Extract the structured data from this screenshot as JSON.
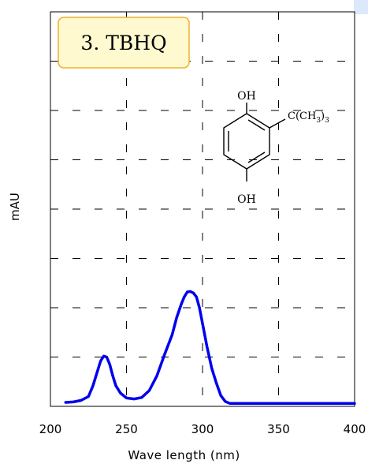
{
  "chart_data": {
    "type": "line",
    "title": "",
    "xlabel": "Wave length (nm)",
    "ylabel": "mAU",
    "xlim": [
      200,
      400
    ],
    "ylim": [
      0,
      8
    ],
    "x_ticks": [
      200,
      250,
      300,
      350,
      400
    ],
    "x_tick_labels": [
      "200",
      "250",
      "300",
      "350",
      "400"
    ],
    "y_gridlines": [
      1,
      2,
      3,
      4,
      5,
      6,
      7
    ],
    "grid": true,
    "series": [
      {
        "color": "#0000ee",
        "x": [
          210,
          215,
          220,
          225,
          228,
          231,
          233,
          235,
          237,
          239,
          241,
          243,
          246,
          250,
          255,
          260,
          265,
          270,
          275,
          280,
          283,
          286,
          288,
          290,
          292,
          294,
          296,
          298,
          300,
          303,
          306,
          309,
          312,
          315,
          318,
          325,
          340,
          360,
          380,
          400
        ],
        "y": [
          0.08,
          0.09,
          0.12,
          0.2,
          0.42,
          0.72,
          0.92,
          1.02,
          1.0,
          0.85,
          0.62,
          0.42,
          0.27,
          0.17,
          0.15,
          0.18,
          0.32,
          0.62,
          1.05,
          1.45,
          1.8,
          2.07,
          2.22,
          2.32,
          2.33,
          2.3,
          2.22,
          2.0,
          1.68,
          1.2,
          0.78,
          0.48,
          0.22,
          0.1,
          0.06,
          0.06,
          0.06,
          0.06,
          0.06,
          0.06
        ]
      }
    ],
    "annotations": {
      "label_box": {
        "text": "3. TBHQ",
        "fill": "#fff9cf",
        "border": "#f0b030"
      },
      "structure": {
        "top_substituent": "OH",
        "side_substituent": "C(CH",
        "side_sub_3a": "3",
        "side_sub_close": ")",
        "side_sub_3b": "3",
        "bottom_substituent": "OH"
      }
    }
  }
}
